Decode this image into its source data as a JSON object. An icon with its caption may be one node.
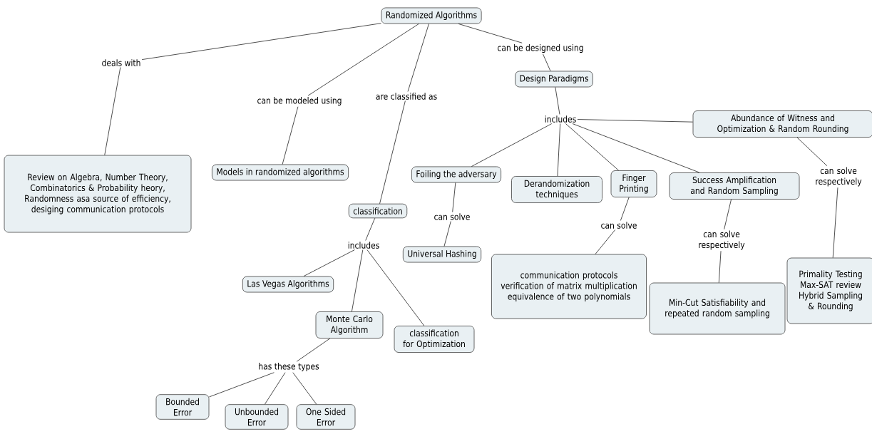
{
  "diagram": {
    "nodes": [
      {
        "text": [
          "Randomized Algorithms"
        ]
      },
      {
        "text": [
          "deals with"
        ]
      },
      {
        "text": [
          "can be modeled using"
        ]
      },
      {
        "text": [
          "are classified as"
        ]
      },
      {
        "text": [
          "can be designed using"
        ]
      },
      {
        "text": [
          "Review on Algebra, Number Theory, Combinatorics & Probability heory, Randomness asa source of efficiency, desiging communication protocols"
        ]
      },
      {
        "text": [
          "Models in randomized algorithms"
        ]
      },
      {
        "text": [
          "Design Paradigms"
        ]
      },
      {
        "text": [
          "includes"
        ]
      },
      {
        "text": [
          "Abundance of Witness and Optimization & Random Rounding"
        ]
      },
      {
        "text": [
          "Foiling the adversary"
        ]
      },
      {
        "text": [
          "Derandomization techniques"
        ]
      },
      {
        "text": [
          "Finger Printing"
        ]
      },
      {
        "text": [
          "Success Amplification and Random Sampling"
        ]
      },
      {
        "text": [
          "can solve respectively"
        ]
      },
      {
        "text": [
          "classification"
        ]
      },
      {
        "text": [
          "can solve"
        ]
      },
      {
        "text": [
          "can solve"
        ]
      },
      {
        "text": [
          "can solve respectively"
        ]
      },
      {
        "text": [
          "Universal Hashing"
        ]
      },
      {
        "text": [
          "communication protocols verification of matrix multiplication equivalence of two polynomials"
        ]
      },
      {
        "text": [
          "Min-Cut Satisfiability and repeated random sampling"
        ]
      },
      {
        "text": [
          "Primality Testing Max-SAT review Hybrid Sampling & Rounding"
        ]
      },
      {
        "text": [
          "includes"
        ]
      },
      {
        "text": [
          "Las Vegas Algorithms"
        ]
      },
      {
        "text": [
          "Monte Carlo Algorithm"
        ]
      },
      {
        "text": [
          "classification for Optimization"
        ]
      },
      {
        "text": [
          "has these types"
        ]
      },
      {
        "text": [
          "Bounded Error"
        ]
      },
      {
        "text": [
          "Unbounded Error"
        ]
      },
      {
        "text": [
          "One Sided Error"
        ]
      }
    ],
    "edges": [
      {
        "from": 0,
        "to": 1,
        "arrow": "none"
      },
      {
        "from": 1,
        "to": 5,
        "arrow": "none"
      },
      {
        "from": 0,
        "to": 2,
        "arrow": "none"
      },
      {
        "from": 2,
        "to": 6,
        "arrow": "none"
      },
      {
        "from": 0,
        "to": 3,
        "arrow": "none"
      },
      {
        "from": 3,
        "to": 15,
        "arrow": "none"
      },
      {
        "from": 0,
        "to": 4,
        "arrow": "none"
      },
      {
        "from": 4,
        "to": 7,
        "arrow": "none"
      },
      {
        "from": 7,
        "to": 8,
        "arrow": "none"
      },
      {
        "from": 8,
        "to": 9,
        "arrow": "none"
      },
      {
        "from": 8,
        "to": 10,
        "arrow": "none"
      },
      {
        "from": 8,
        "to": 11,
        "arrow": "none"
      },
      {
        "from": 8,
        "to": 12,
        "arrow": "none"
      },
      {
        "from": 8,
        "to": 13,
        "arrow": "none"
      },
      {
        "from": 9,
        "to": 14,
        "arrow": "none"
      },
      {
        "from": 14,
        "to": 22,
        "arrow": "none"
      },
      {
        "from": 10,
        "to": 16,
        "arrow": "none"
      },
      {
        "from": 16,
        "to": 19,
        "arrow": "none"
      },
      {
        "from": 12,
        "to": 17,
        "arrow": "none"
      },
      {
        "from": 17,
        "to": 20,
        "arrow": "none"
      },
      {
        "from": 13,
        "to": 18,
        "arrow": "none"
      },
      {
        "from": 18,
        "to": 21,
        "arrow": "none"
      },
      {
        "from": 15,
        "to": 23,
        "arrow": "none"
      },
      {
        "from": 23,
        "to": 24,
        "arrow": "none"
      },
      {
        "from": 23,
        "to": 25,
        "arrow": "none"
      },
      {
        "from": 23,
        "to": 26,
        "arrow": "none"
      },
      {
        "from": 25,
        "to": 27,
        "arrow": "none"
      },
      {
        "from": 27,
        "to": 28,
        "arrow": "none"
      },
      {
        "from": 27,
        "to": 29,
        "arrow": "none"
      },
      {
        "from": 27,
        "to": 30,
        "arrow": "none"
      }
    ]
  }
}
